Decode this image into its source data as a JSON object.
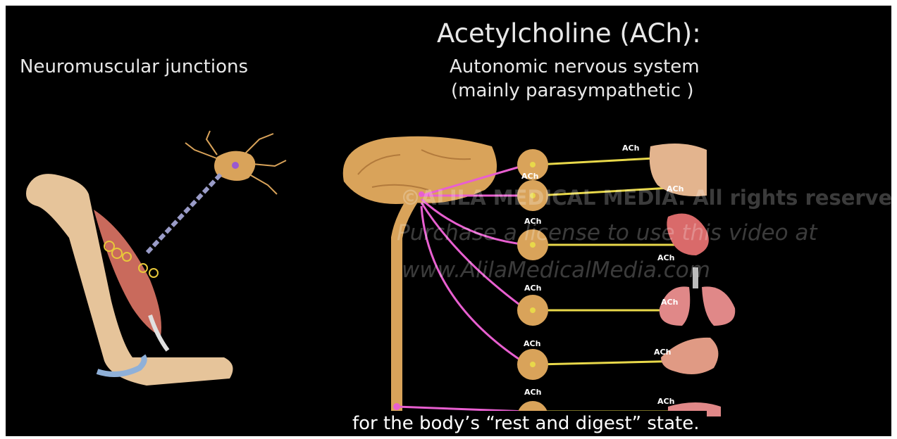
{
  "video": {
    "main_title": "Acetylcholine (ACh):",
    "left_label": "Neuromuscular junctions",
    "right_subtitle_1": "Autonomic nervous system",
    "right_subtitle_2": "(mainly parasympathetic )",
    "ganglion_label": "ACh",
    "watermark_lines": [
      "©ALILA MEDICAL MEDIA. All rights reserved",
      "Purchase a license to use this video at",
      "www.AlilaMedicalMedia.com"
    ],
    "caption": "for the body’s “rest and digest” state."
  },
  "colors": {
    "background": "#000000",
    "nerve_pink": "#e85fd0",
    "nerve_yellow": "#e8d84a",
    "ganglion": "#d9a35a",
    "text": "#e8e8e8"
  },
  "icons": [
    "brain-illustration",
    "spinal-cord-illustration",
    "arm-bone-illustration",
    "neuron-illustration",
    "face-organ",
    "heart-organ",
    "lungs-organ",
    "stomach-organ"
  ]
}
